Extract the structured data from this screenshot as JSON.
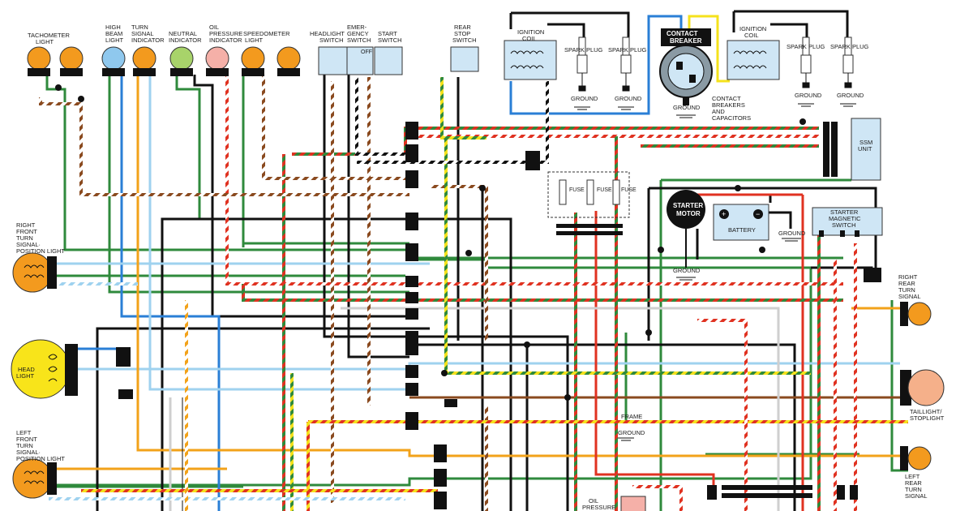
{
  "indicators": {
    "tachometer": [
      "TACHOMETER",
      "LIGHT"
    ],
    "high_beam": [
      "HIGH",
      "BEAM",
      "LIGHT"
    ],
    "turn_signal": [
      "TURN",
      "SIGNAL",
      "INDICATOR"
    ],
    "neutral": [
      "NEUTRAL",
      "INDICATOR"
    ],
    "oil_pressure": [
      "OIL",
      "PRESSURE",
      "INDICATOR"
    ],
    "speedometer": [
      "SPEEDOMETER",
      "LIGHT"
    ]
  },
  "switches": {
    "headlight": [
      "HEADLIGHT",
      "SWITCH"
    ],
    "emergency": [
      "EMER-",
      "GENCY",
      "SWITCH"
    ],
    "start": [
      "START",
      "SWITCH"
    ],
    "rear_stop": [
      "REAR",
      "STOP",
      "SWITCH"
    ],
    "off_label": "OFF"
  },
  "ignition": {
    "coil_label": [
      "IGNITION",
      "COIL"
    ],
    "spark_plug": "SPARK PLUG",
    "ground": "GROUND",
    "contact_breaker": [
      "CONTACT",
      "BREAKER"
    ],
    "breaker_caption": [
      "CONTACT",
      "BREAKERS",
      "AND",
      "CAPACITORS"
    ]
  },
  "power": {
    "ssm_unit": [
      "SSM",
      "UNIT"
    ],
    "starter_motor": [
      "STARTER",
      "MOTOR"
    ],
    "battery": "BATTERY",
    "starter_switch": [
      "STARTER",
      "MAGNETIC",
      "SWITCH"
    ],
    "fuse": "FUSE",
    "ground": "GROUND",
    "frame": "FRAME",
    "oil_pressure": "OIL",
    "oil_pressure_2": "PRESSURE"
  },
  "lights": {
    "right_front": [
      "RIGHT",
      "FRONT",
      "TURN",
      "SIGNAL·"
    ],
    "position_light": "POSITION LIGHT",
    "headlight": [
      "HEAD",
      "LIGHT"
    ],
    "left_front": [
      "LEFT",
      "FRONT",
      "TURN",
      "SIGNAL·"
    ],
    "right_rear": [
      "RIGHT",
      "REAR",
      "TURN",
      "SIGNAL"
    ],
    "taillight": [
      "TAILLIGHT/",
      "STOPLIGHT"
    ],
    "left_rear": [
      "LEFT",
      "REAR",
      "TURN",
      "SIGNAL"
    ]
  },
  "colors": {
    "green": "#2f8a3c",
    "black": "#111111",
    "blue": "#2a7fd6",
    "lightblue": "#9fd2ef",
    "orange": "#f2a21a",
    "red": "#e03221",
    "yellow": "#f5e21c",
    "brown": "#8a4a1f",
    "white": "#cfcfcf",
    "bulb_orange": "#f39a1e",
    "bulb_blue": "#8fc8ee",
    "bulb_green": "#a8d36a",
    "bulb_pink": "#f5b0a8",
    "headlight": "#f8e41a",
    "panel": "#cfe6f5"
  }
}
